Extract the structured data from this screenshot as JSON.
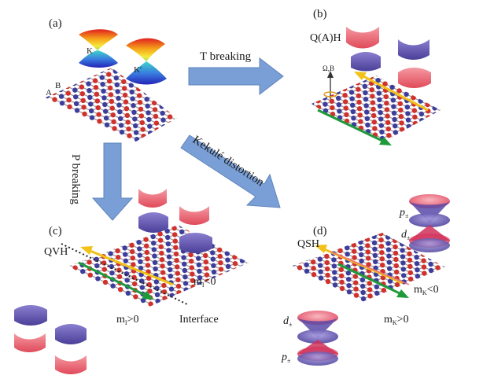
{
  "panels": {
    "a": {
      "label": "(a)",
      "valley_k": "K",
      "valley_kp": "K'",
      "sub_a": "A",
      "sub_b": "B"
    },
    "b": {
      "label": "(b)",
      "phase": "Q(A)H",
      "field": "Ω,B"
    },
    "c": {
      "label": "(c)",
      "phase": "QVH",
      "mass_top_m": "m",
      "mass_top_sub": "I",
      "mass_top_rel": "<0",
      "mass_bot_m": "m",
      "mass_bot_sub": "I",
      "mass_bot_rel": ">0",
      "interface": "Interface"
    },
    "d": {
      "label": "(d)",
      "phase": "QSH",
      "mass_top_m": "m",
      "mass_top_sub": "K",
      "mass_top_rel": "<0",
      "mass_bot_m": "m",
      "mass_bot_sub": "K",
      "mass_bot_rel": ">0",
      "orb_p": "p",
      "orb_d": "d",
      "orb_pm": "±"
    }
  },
  "arrows": {
    "t_breaking": "T breaking",
    "p_breaking": "P breaking",
    "kekule": "Kekulé distortion"
  },
  "colors": {
    "arrow_fill": "#7a9fd6",
    "atom_red": "#d0312d",
    "atom_blue": "#3d3d9e",
    "bond": "#9a9a9a",
    "edge_yellow": "#f2c21a",
    "edge_green": "#1f9a3a",
    "band_red": "#ef6f7a",
    "band_blue": "#6a5fb0"
  }
}
